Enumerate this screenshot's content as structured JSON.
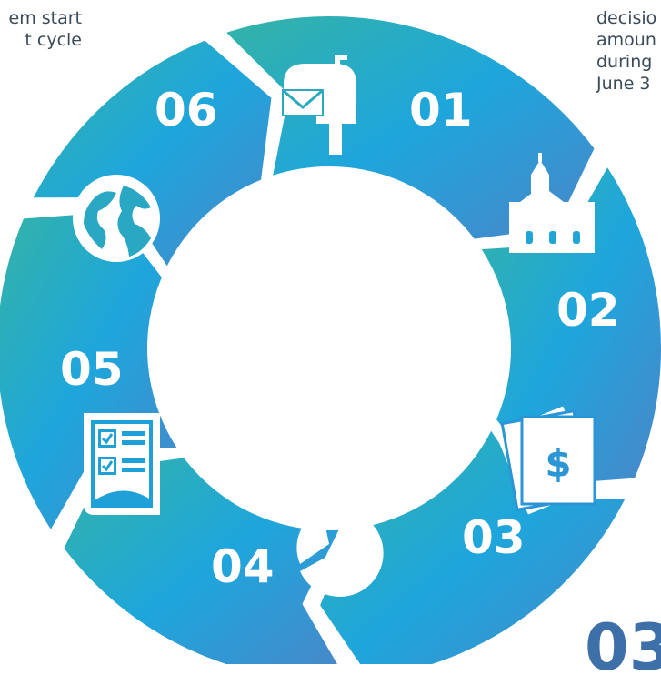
{
  "left_text": {
    "line1": "em start",
    "line2": "t cycle"
  },
  "right_text": {
    "line1": "decisio",
    "line2": "amoun",
    "line3": "during",
    "line4": "June 3"
  },
  "steps": [
    {
      "number": "01",
      "icon": "mailbox-icon"
    },
    {
      "number": "02",
      "icon": "church-icon"
    },
    {
      "number": "03",
      "icon": "dollar-document-icon"
    },
    {
      "number": "04",
      "icon": "pie-chart-icon"
    },
    {
      "number": "05",
      "icon": "checklist-icon"
    },
    {
      "number": "06",
      "icon": "globe-icon"
    }
  ],
  "corner_number": "03",
  "colors": {
    "gradient_start": "#34b3a6",
    "gradient_mid": "#1ea6dc",
    "gradient_end": "#4a86c8",
    "icon": "#ffffff",
    "corner_number": "#3d6fa8"
  }
}
